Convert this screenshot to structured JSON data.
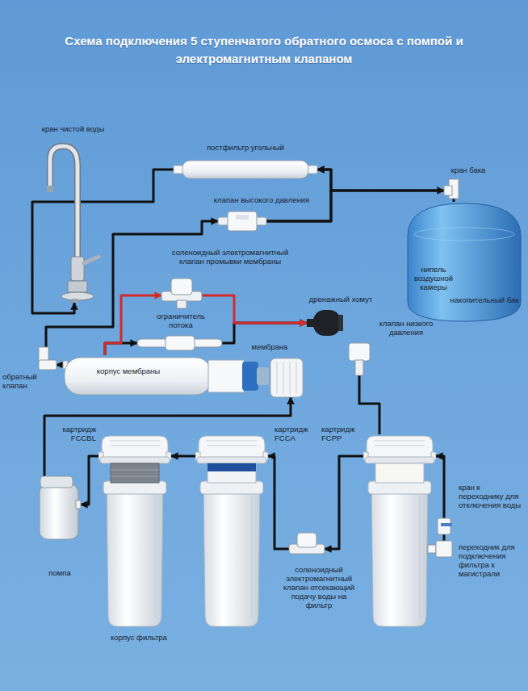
{
  "diagram": {
    "title": "Схема подключения 5 ступенчатого обратного осмоса с помпой и электромагнитным клапаном",
    "nodes": [
      {
        "text": [
          "кран чистой воды"
        ]
      },
      {
        "text": [
          "постфильтр угольный"
        ]
      },
      {
        "text": [
          "кран бака"
        ]
      },
      {
        "text": [
          "клапан высокого давления"
        ]
      },
      {
        "text": [
          "нипель воздушной камеры",
          "накопительный бак"
        ]
      },
      {
        "text": [
          "соленоидный электромагнитный клапан промывки мембраны"
        ]
      },
      {
        "text": [
          "дренажный хомут"
        ]
      },
      {
        "text": [
          "ограничитель потока"
        ]
      },
      {
        "text": [
          "обратный клапан"
        ]
      },
      {
        "text": [
          "корпус мембраны"
        ]
      },
      {
        "text": [
          "мембрана"
        ],
        "in": 9
      },
      {
        "text": [
          "клапан низкого давления"
        ]
      },
      {
        "text": [
          "помпа"
        ]
      },
      {
        "text": [
          "картридж FCCBL",
          "корпус фильтра"
        ]
      },
      {
        "text": [
          "картридж FCCA"
        ]
      },
      {
        "text": [
          "картридж FCPP"
        ]
      },
      {
        "text": [
          "соленоидный электромагнитный клапан отсекающий подачу воды на фильтр"
        ]
      },
      {
        "text": [
          "кран к переходнику для отключения воды"
        ]
      },
      {
        "text": [
          "переходник для подключения фильтра к магистрали"
        ]
      }
    ],
    "edges": [
      {
        "from": 18,
        "to": 17,
        "arrow": "none"
      },
      {
        "from": 17,
        "to": 15,
        "arrow": "to"
      },
      {
        "from": 15,
        "to": 16,
        "arrow": "to"
      },
      {
        "from": 16,
        "to": 14,
        "arrow": "to"
      },
      {
        "from": 14,
        "to": 13,
        "arrow": "to"
      },
      {
        "from": 13,
        "to": 12,
        "arrow": "to"
      },
      {
        "from": 12,
        "to": 9,
        "arrow": "to"
      },
      {
        "from": 15,
        "to": 11,
        "arrow": "none"
      },
      {
        "from": 9,
        "to": 8,
        "arrow": "to"
      },
      {
        "from": 8,
        "to": 3,
        "arrow": "to"
      },
      {
        "from": 3,
        "to": 1,
        "arrow": "to"
      },
      {
        "from": 3,
        "to": 2,
        "arrow": "to"
      },
      {
        "from": 2,
        "to": 1,
        "arrow": "to"
      },
      {
        "from": 2,
        "to": 4,
        "arrow": "none"
      },
      {
        "from": 1,
        "to": 0,
        "arrow": "to"
      },
      {
        "from": 9,
        "to": 7,
        "arrow": "to"
      },
      {
        "from": 9,
        "to": 5,
        "arrow": "to"
      },
      {
        "from": 7,
        "to": 6,
        "arrow": "to"
      },
      {
        "from": 5,
        "to": 6,
        "arrow": "to"
      }
    ]
  }
}
